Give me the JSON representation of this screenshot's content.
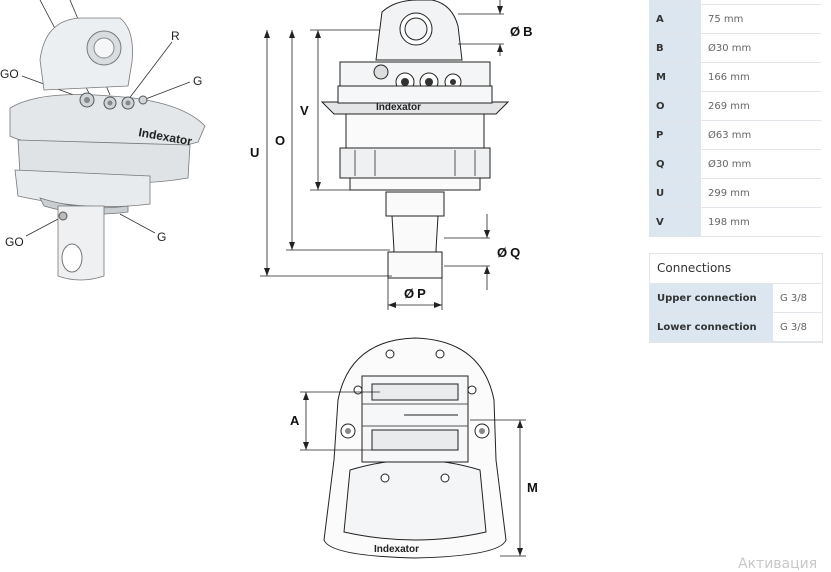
{
  "product_labels": {
    "r": "R",
    "go_upper": "GO",
    "g_upper": "G",
    "go_lower": "GO",
    "g_lower": "G",
    "brand": "Indexator"
  },
  "drawing_labels": {
    "b": "B",
    "v": "V",
    "u": "U",
    "o": "O",
    "q": "Q",
    "p": "P",
    "a": "A",
    "m": "M",
    "diameter_symbol": "Ø"
  },
  "dimensions": [
    {
      "key": "A",
      "value": "75 mm"
    },
    {
      "key": "B",
      "value": "Ø30 mm"
    },
    {
      "key": "M",
      "value": "166 mm"
    },
    {
      "key": "O",
      "value": "269 mm"
    },
    {
      "key": "P",
      "value": "Ø63 mm"
    },
    {
      "key": "Q",
      "value": "Ø30 mm"
    },
    {
      "key": "U",
      "value": "299 mm"
    },
    {
      "key": "V",
      "value": "198 mm"
    }
  ],
  "connections": {
    "title": "Connections",
    "rows": [
      {
        "key": "Upper connection",
        "value": "G 3/8"
      },
      {
        "key": "Lower connection",
        "value": "G 3/8"
      }
    ]
  },
  "activation_text": "Активация"
}
